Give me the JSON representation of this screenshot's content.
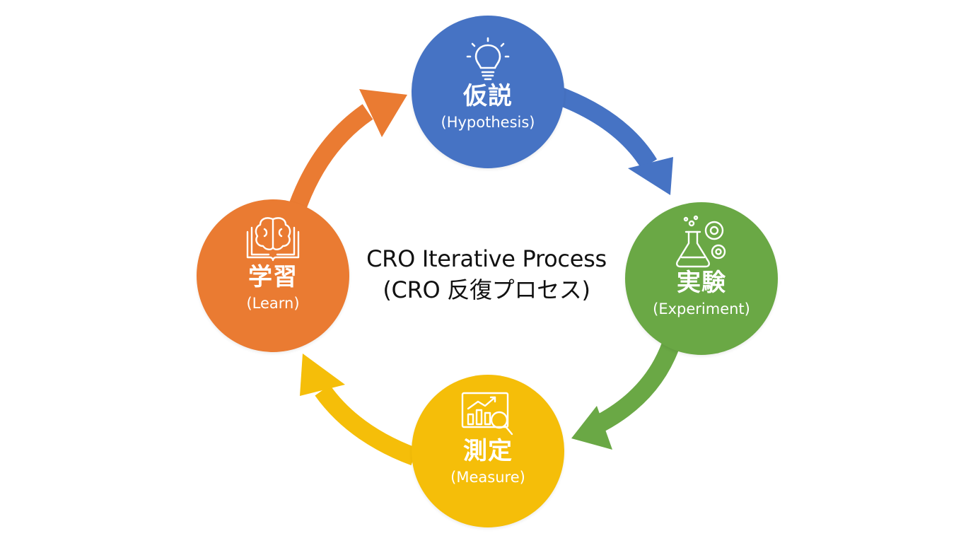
{
  "title": {
    "en": "CRO Iterative Process",
    "jp": "(CRO 反復プロセス)"
  },
  "stages": {
    "hypothesis": {
      "jp": "仮説",
      "en": "(Hypothesis)",
      "icon": "lightbulb-icon",
      "color": "#4673c4"
    },
    "experiment": {
      "jp": "実験",
      "en": "(Experiment)",
      "icon": "flask-gears-icon",
      "color": "#6aa845"
    },
    "measure": {
      "jp": "測定",
      "en": "(Measure)",
      "icon": "chart-magnifier-icon",
      "color": "#f5be09"
    },
    "learn": {
      "jp": "学習",
      "en": "(Learn)",
      "icon": "brain-book-icon",
      "color": "#ea7b32"
    }
  },
  "flow": [
    {
      "from": "hypothesis",
      "to": "experiment"
    },
    {
      "from": "experiment",
      "to": "measure"
    },
    {
      "from": "measure",
      "to": "learn"
    },
    {
      "from": "learn",
      "to": "hypothesis"
    }
  ]
}
